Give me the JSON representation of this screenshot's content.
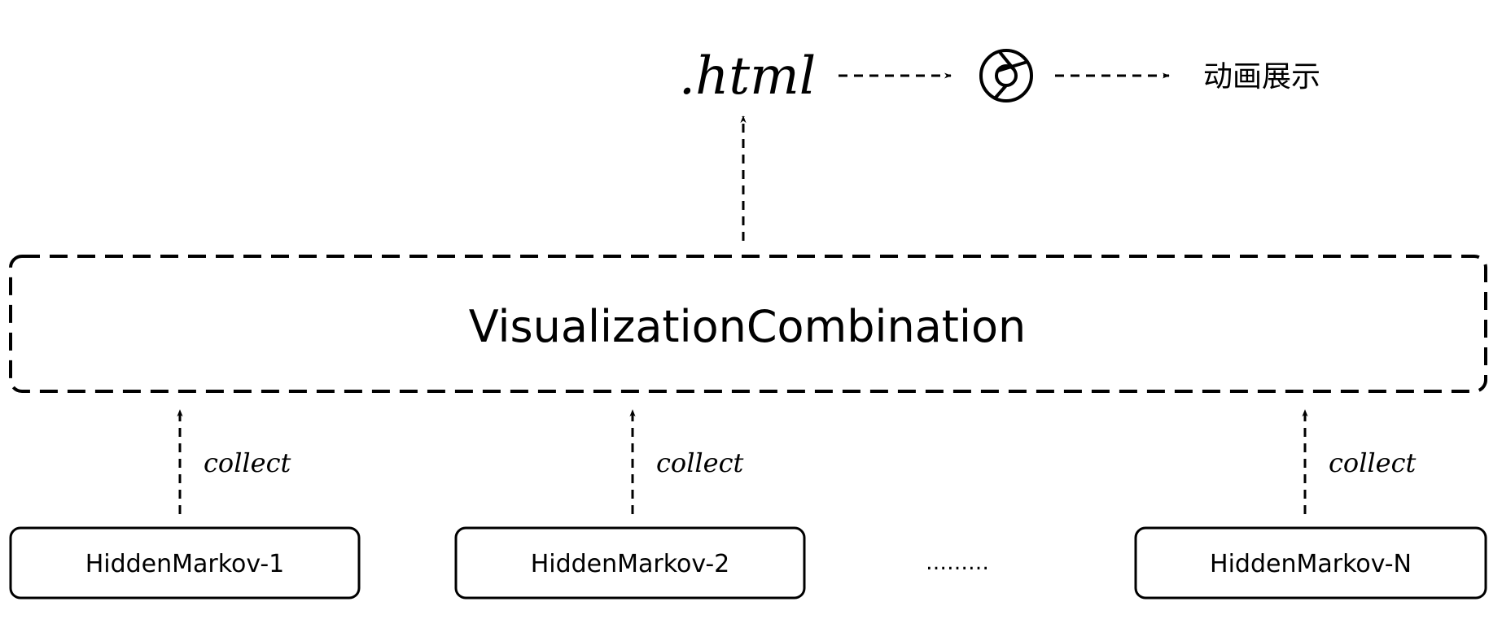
{
  "output": {
    "file_label": ".html",
    "browser_icon": "chrome-icon",
    "result_label": "动画展示"
  },
  "combiner": {
    "label": "VisualizationCombination"
  },
  "edge_label": "collect",
  "models": [
    {
      "label": "HiddenMarkov-1"
    },
    {
      "label": "HiddenMarkov-2"
    },
    {
      "label": "HiddenMarkov-N"
    }
  ],
  "ellipsis": "………"
}
